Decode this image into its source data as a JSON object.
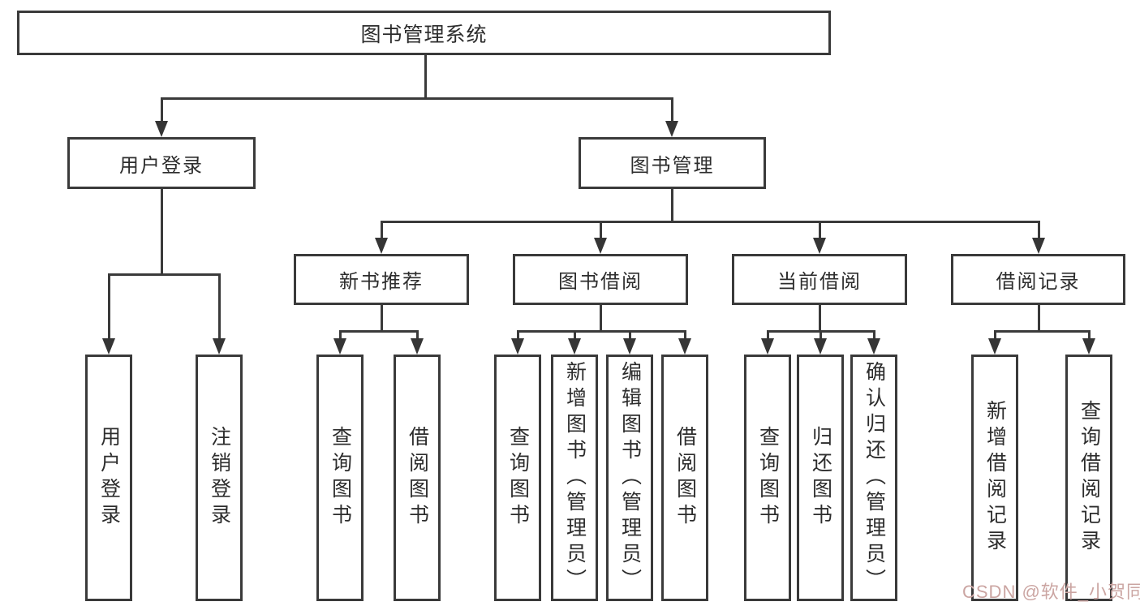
{
  "tree": {
    "label": "图书管理系统",
    "children": [
      {
        "label": "用户登录",
        "children": [
          {
            "label": "用户登录"
          },
          {
            "label": "注销登录"
          }
        ]
      },
      {
        "label": "图书管理",
        "children": [
          {
            "label": "新书推荐",
            "children": [
              {
                "label": "查询图书"
              },
              {
                "label": "借阅图书"
              }
            ]
          },
          {
            "label": "图书借阅",
            "children": [
              {
                "label": "查询图书"
              },
              {
                "label": "新增图书（管理员）"
              },
              {
                "label": "编辑图书（管理员）"
              },
              {
                "label": "借阅图书"
              }
            ]
          },
          {
            "label": "当前借阅",
            "children": [
              {
                "label": "查询图书"
              },
              {
                "label": "归还图书"
              },
              {
                "label": "确认归还（管理员）"
              }
            ]
          },
          {
            "label": "借阅记录",
            "children": [
              {
                "label": "新增借阅记录"
              },
              {
                "label": "查询借阅记录"
              }
            ]
          }
        ]
      }
    ]
  },
  "watermark": {
    "text": "CSDN @软件_小贺同学"
  },
  "colors": {
    "line": "#3a3a3a",
    "box_border": "#3a3a3a",
    "text": "#2d2d2d",
    "background": "#ffffff",
    "watermark": "#cba5a2"
  }
}
